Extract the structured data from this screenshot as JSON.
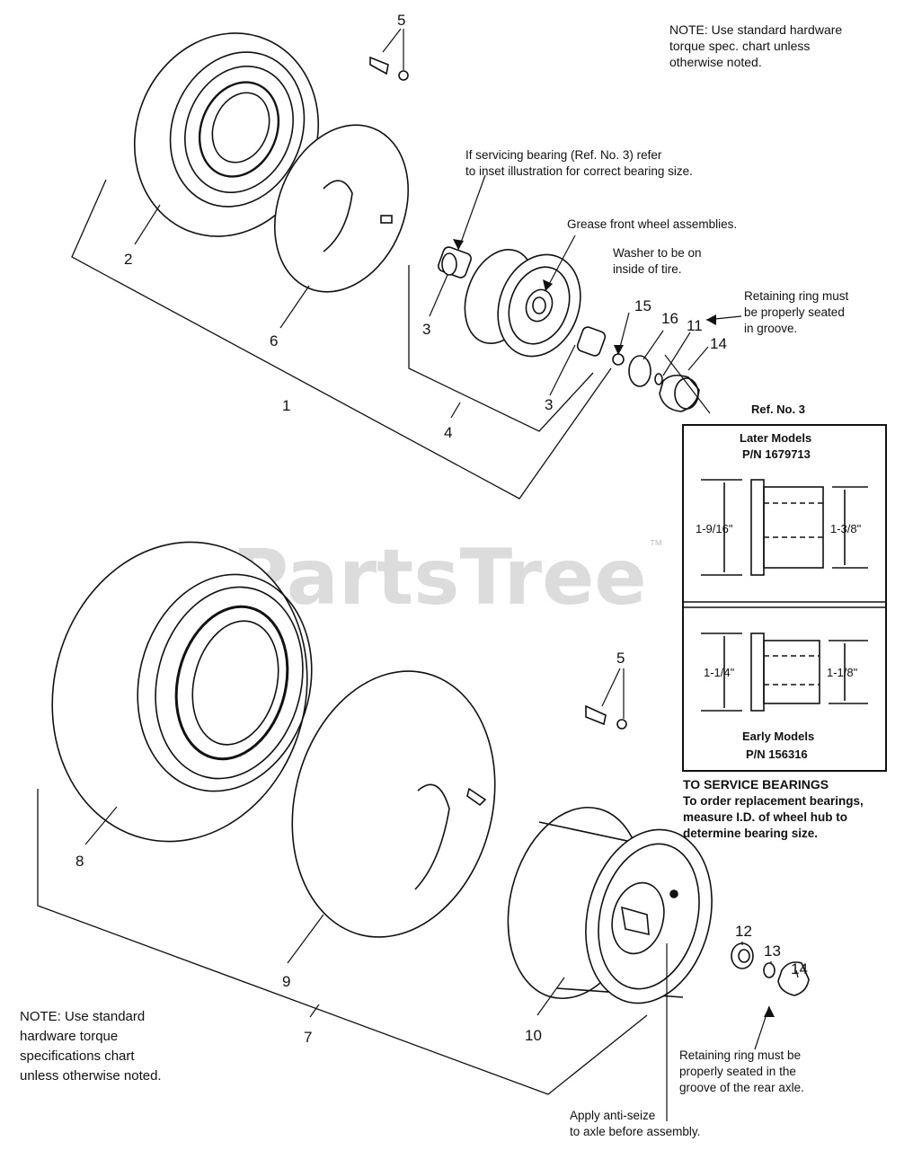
{
  "watermark": {
    "brand": "PartsTree",
    "trademark": "™"
  },
  "notes": {
    "top_right": "NOTE: Use standard hardware\ntorque spec. chart unless\notherwise noted.",
    "bottom_left": "NOTE:  Use standard\nhardware torque\nspecifications chart\nunless otherwise noted."
  },
  "callouts": {
    "servicing_bearing": "If servicing bearing (Ref. No. 3) refer\nto inset illustration for correct bearing size.",
    "grease": "Grease front wheel assemblies.",
    "washer": "Washer to be on\ninside of tire.",
    "retaining_front": "Retaining ring must\nbe properly seated\nin groove.",
    "retaining_rear": "Retaining ring must be\nproperly seated in the\ngroove of the rear axle.",
    "anti_seize": "Apply anti-seize\nto axle before assembly."
  },
  "part_numbers": {
    "p5_top": "5",
    "p2": "2",
    "p6": "6",
    "p1": "1",
    "p3_left": "3",
    "p3_right": "3",
    "p4": "4",
    "p15": "15",
    "p16": "16",
    "p11": "11",
    "p14_top": "14",
    "p5_bottom": "5",
    "p8": "8",
    "p9": "9",
    "p7": "7",
    "p10": "10",
    "p12": "12",
    "p13": "13",
    "p14_bottom": "14"
  },
  "inset": {
    "title": "Ref. No. 3",
    "later_models": "Later Models",
    "later_pn": "P/N 1679713",
    "later_outer": "1-9/16\"",
    "later_inner": "1-3/8\"",
    "early_outer": "1-1/4\"",
    "early_inner": "1-1/8\"",
    "early_models": "Early Models",
    "early_pn": "P/N 156316"
  },
  "service_bearings": {
    "heading": "TO SERVICE BEARINGS",
    "text": "To order replacement bearings,\nmeasure I.D. of wheel hub to\ndetermine bearing size."
  }
}
